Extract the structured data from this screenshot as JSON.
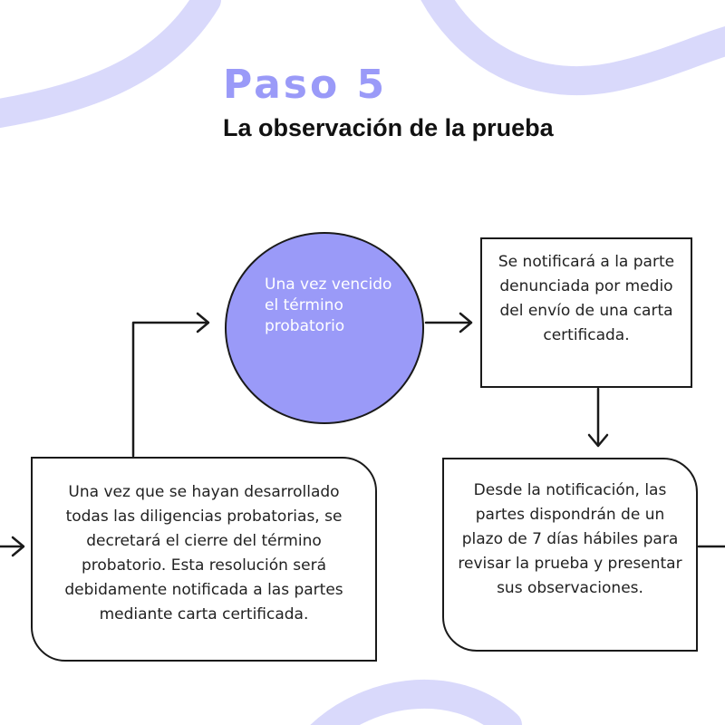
{
  "heading": {
    "step": "Paso 5",
    "title": "La observación de la prueba"
  },
  "nodes": {
    "circle": "Una vez vencido el término probatorio",
    "notify": "Se notificará a la parte denunciada por medio del envío de una carta certificada.",
    "deadline": "Desde la notificación, las partes dispondrán de un plazo de 7 días hábiles para revisar la prueba y presentar sus observaciones.",
    "closure": "Una vez que se hayan desarrollado todas las diligencias probatorias, se decretará el cierre del término probatorio. Esta resolución será debidamente notificada a las partes mediante carta certificada."
  },
  "colors": {
    "accent": "#9a9af8",
    "decoration": "#d9d9fb",
    "text": "#111111",
    "stroke": "#1a1a1a"
  }
}
